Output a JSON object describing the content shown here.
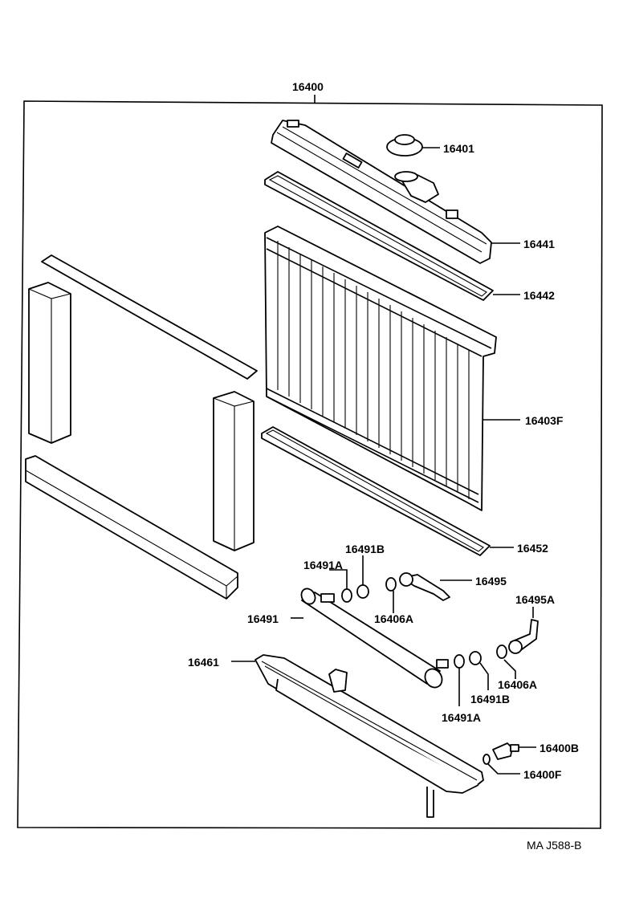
{
  "diagram": {
    "assembly_label": "16400",
    "reference_code": "MA  J588-B",
    "callouts": {
      "p16401": "16401",
      "p16441": "16441",
      "p16442": "16442",
      "p16403F": "16403F",
      "p16452": "16452",
      "p16491B_top": "16491B",
      "p16491A_top": "16491A",
      "p16495": "16495",
      "p16491": "16491",
      "p16406A_top": "16406A",
      "p16495A": "16495A",
      "p16461": "16461",
      "p16406A_bot": "16406A",
      "p16491B_bot": "16491B",
      "p16491A_bot": "16491A",
      "p16400B": "16400B",
      "p16400F": "16400F"
    }
  }
}
